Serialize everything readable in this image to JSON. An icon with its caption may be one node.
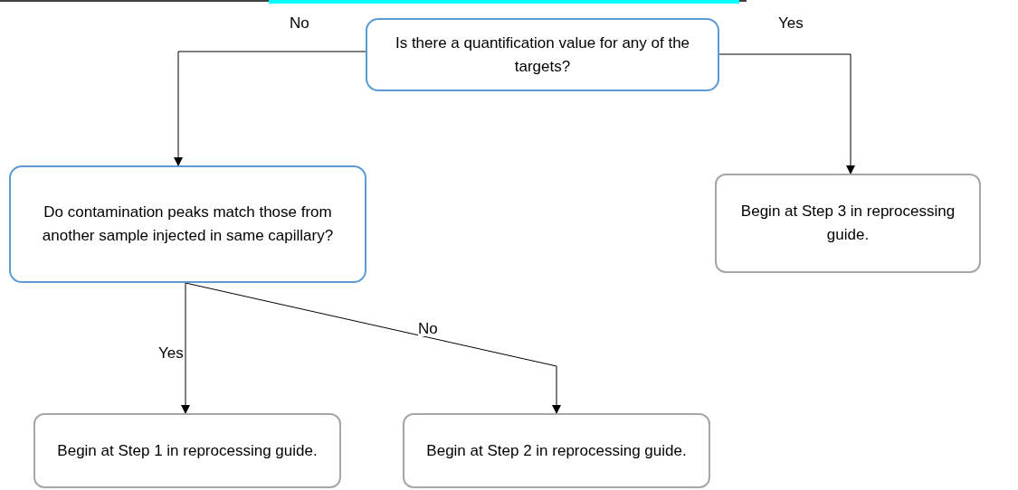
{
  "diagram": {
    "nodes": [
      {
        "text": [
          "Is there a quantification value for any of the targets?"
        ]
      },
      {
        "text": [
          "Do contamination peaks match those from another sample injected in same capillary?"
        ]
      },
      {
        "text": [
          "Begin at Step 3 in reprocessing guide."
        ]
      },
      {
        "text": [
          "Begin at Step 1 in reprocessing guide."
        ]
      },
      {
        "text": [
          "Begin at Step 2 in reprocessing guide."
        ]
      }
    ],
    "edges": [
      {
        "from": 0,
        "to": 1,
        "arrow": "to",
        "label": "No"
      },
      {
        "from": 0,
        "to": 2,
        "arrow": "to",
        "label": "Yes"
      },
      {
        "from": 1,
        "to": 3,
        "arrow": "to",
        "label": "Yes"
      },
      {
        "from": 1,
        "to": 4,
        "arrow": "to",
        "label": "No"
      }
    ]
  }
}
